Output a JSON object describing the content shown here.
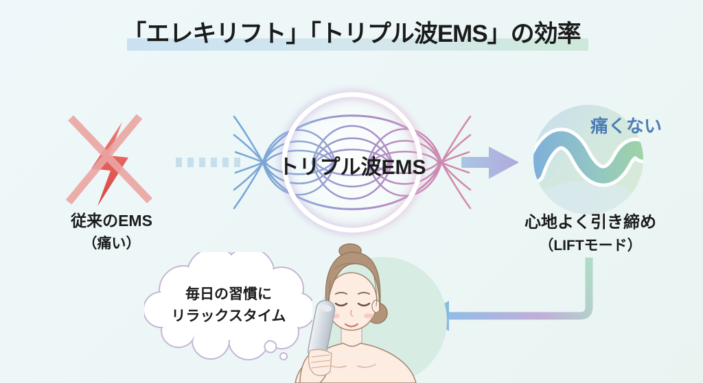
{
  "title": "「エレキリフト」「トリプル波EMS」の効率",
  "left_item": {
    "icon": "crossed-lightning-icon",
    "label_line1": "従来のEMS",
    "label_line2": "（痛い）"
  },
  "center_item": {
    "icon": "triple-wave-icon",
    "label": "トリプル波EMS"
  },
  "right_item": {
    "icon": "comfort-wave-icon",
    "badge": "痛くない",
    "label_line1": "心地よく引き締め",
    "label_line2": "（LIFTモード）"
  },
  "thought_bubble": {
    "line1": "毎日の習慣に",
    "line2": "リラックスタイム"
  },
  "colors": {
    "background": "#edf6f8",
    "title_text": "#1b1b1b",
    "title_highlight_left": "#c3ddf1",
    "title_highlight_right": "#c9e6d5",
    "lightning_red": "#dd4b47",
    "cross_pink": "#eba5a2",
    "wave_blue": "#6ba3d6",
    "wave_purple": "#9a8cc6",
    "wave_pink": "#d8849f",
    "ring_white": "#ffffff",
    "arrow_blue_lavender": "#aac6e6",
    "pain_free_text": "#4d7db5",
    "comfort_circle_blue": "#c3d9ee",
    "comfort_circle_green": "#cfe8d0",
    "comfort_wave_blue": "#7fb0da",
    "comfort_wave_green": "#9ed2a8",
    "bubble_stroke": "#c4b6d6",
    "mint_circle": "#d7ece2",
    "l_arrow_green": "#b0dcc6",
    "l_arrow_purple": "#c1aed9",
    "l_arrow_blue": "#8cbde7",
    "skin": "#fdece2",
    "hair": "#b2947b",
    "device_gray": "#c3cdd6"
  }
}
